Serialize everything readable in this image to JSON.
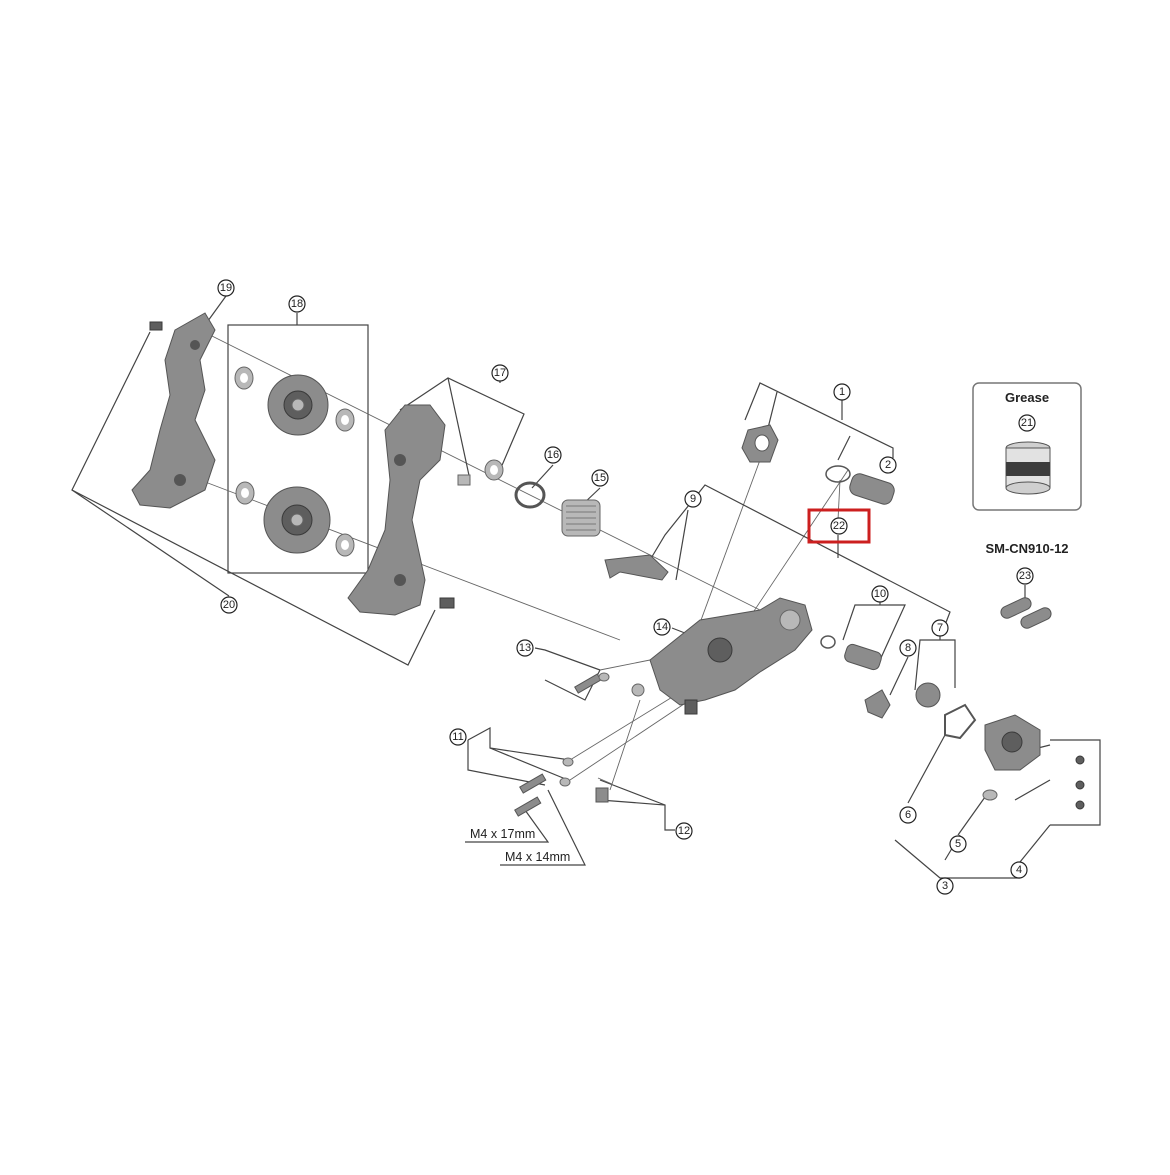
{
  "callouts": {
    "c1": "1",
    "c2": "2",
    "c3": "3",
    "c4": "4",
    "c5": "5",
    "c6": "6",
    "c7": "7",
    "c8": "8",
    "c9": "9",
    "c10": "10",
    "c11": "11",
    "c12": "12",
    "c13": "13",
    "c14": "14",
    "c15": "15",
    "c16": "16",
    "c17": "17",
    "c18": "18",
    "c19": "19",
    "c20": "20",
    "c21": "21",
    "c22": "22",
    "c23": "23"
  },
  "grease": {
    "title": "Grease"
  },
  "chain": {
    "model": "SM-CN910-12"
  },
  "dimensions": {
    "bolt_long": "M4 x 17mm",
    "bolt_short": "M4 x 14mm"
  },
  "highlight": {
    "callout": "22",
    "color": "#cc1f1f"
  }
}
